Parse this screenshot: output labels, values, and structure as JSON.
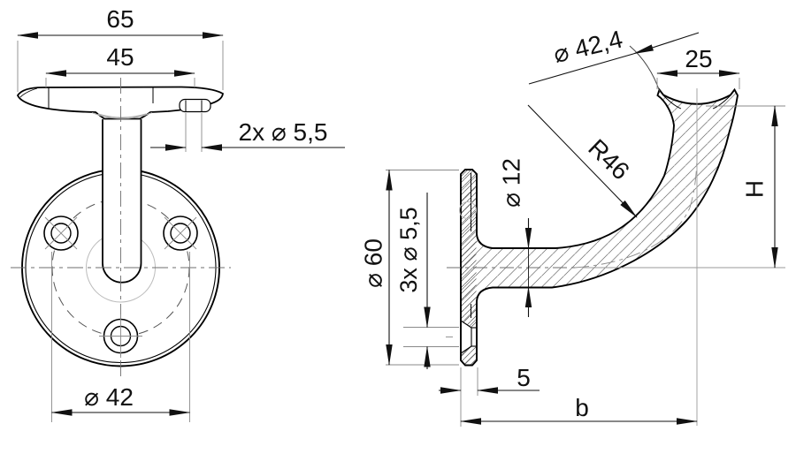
{
  "drawing": {
    "type": "technical-drawing",
    "part": "handrail wall bracket, two orthographic views (front view and sectioned side view)",
    "colors": {
      "outline": "#000000",
      "dimension": "#1a1a1a",
      "thin_gray": "#8a8a8a",
      "hatch": "#6f6f6f",
      "construction": "#bbbbbb"
    }
  },
  "front_view": {
    "dim_overall_width": "65",
    "dim_inner_width": "45",
    "dim_top_holes": "2x ⌀ 5,5",
    "dim_bolt_circle": "⌀ 42"
  },
  "side_view": {
    "dim_rail_diameter": "⌀ 42,4",
    "dim_saddle_width": "25",
    "dim_bend_radius": "R46",
    "dim_stem_diameter": "⌀ 12",
    "dim_plate_diameter": "⌀ 60",
    "dim_plate_holes": "3x ⌀ 5,5",
    "dim_height": "H",
    "dim_plate_thickness": "5",
    "dim_projection": "b"
  }
}
